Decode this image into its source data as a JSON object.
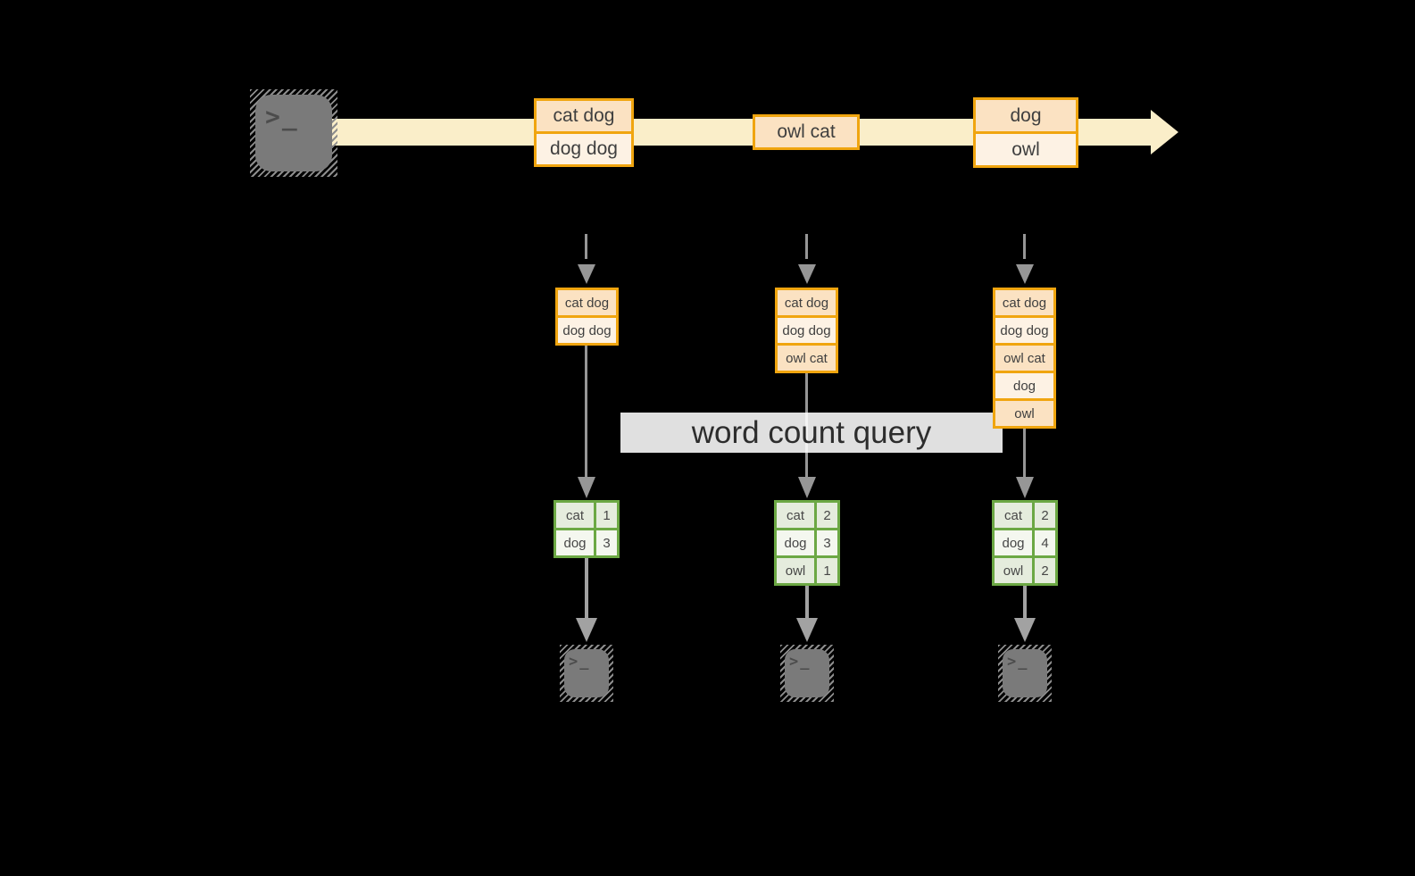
{
  "banner": {
    "label": "word count query"
  },
  "terminal": {
    "glyph": ">_"
  },
  "stream": {
    "records": [
      {
        "lines": [
          "cat dog",
          "dog dog"
        ]
      },
      {
        "lines": [
          "owl cat"
        ]
      },
      {
        "lines": [
          "dog",
          "owl"
        ]
      }
    ]
  },
  "columns": [
    {
      "buffer": [
        "cat dog",
        "dog dog"
      ],
      "counts": [
        {
          "word": "cat",
          "value": "1"
        },
        {
          "word": "dog",
          "value": "3"
        }
      ]
    },
    {
      "buffer": [
        "cat dog",
        "dog dog",
        "owl cat"
      ],
      "counts": [
        {
          "word": "cat",
          "value": "2"
        },
        {
          "word": "dog",
          "value": "3"
        },
        {
          "word": "owl",
          "value": "1"
        }
      ]
    },
    {
      "buffer": [
        "cat dog",
        "dog dog",
        "owl cat",
        "dog",
        "owl"
      ],
      "counts": [
        {
          "word": "cat",
          "value": "2"
        },
        {
          "word": "dog",
          "value": "4"
        },
        {
          "word": "owl",
          "value": "2"
        }
      ]
    }
  ],
  "colors": {
    "stream_band": "#faeec9",
    "record_border": "#f0a50f",
    "record_fill_dark": "#fbe2c2",
    "record_fill_light": "#fdf2e4",
    "table_border": "#6ca844",
    "table_fill_tint": "#e5ecdd",
    "table_fill_light": "#f4f7ef",
    "arrow_gray": "#969696",
    "terminal_gray": "#7a7a7a",
    "banner_bg": "#ffffff"
  }
}
